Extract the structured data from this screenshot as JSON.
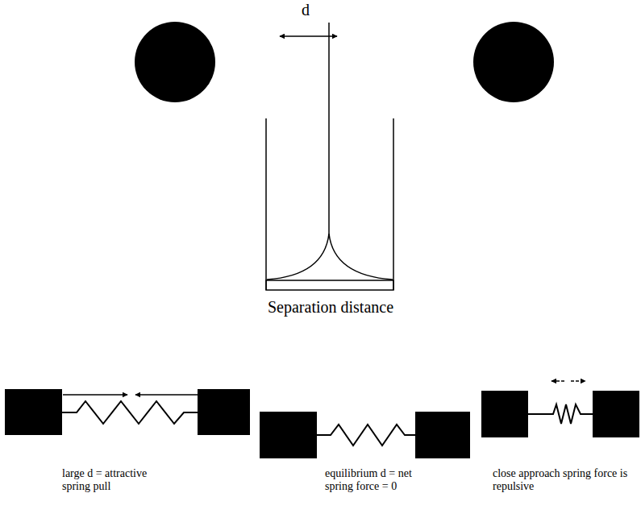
{
  "diagram": {
    "labels": [
      "d",
      "Separation distance",
      "large d = attractive spring pull",
      "equilibrium d = net spring force = 0",
      "close approach spring force is repulsive"
    ]
  }
}
